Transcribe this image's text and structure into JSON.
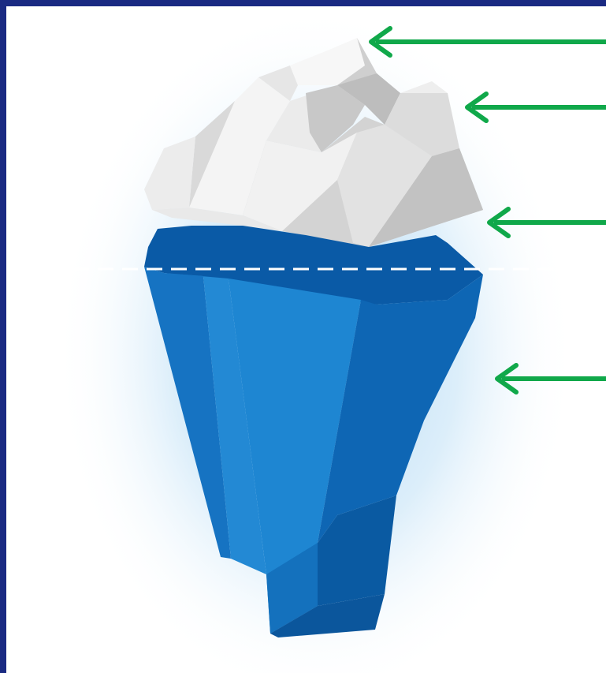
{
  "diagram": {
    "colors": {
      "frame": "#1a2a82",
      "background": "#ffffff",
      "glow": "#9fcfef",
      "water_line": "#ffffff",
      "arrow": "#10a84a",
      "ice_light": "#f2f2f2",
      "ice_mid": "#d6d6d6",
      "ice_shadow": "#bdbdbd",
      "underwater_top": "#0a5aa6",
      "underwater_light": "#1f8ad6",
      "underwater_mid": "#1673c2",
      "underwater_dark": "#0b5aa2"
    },
    "arrows": [
      {
        "label": "",
        "icon": "arrow-left"
      },
      {
        "label": "",
        "icon": "arrow-left"
      },
      {
        "label": "",
        "icon": "arrow-left"
      },
      {
        "label": "",
        "icon": "arrow-left"
      }
    ],
    "water_line": {
      "style": "dashed"
    }
  }
}
